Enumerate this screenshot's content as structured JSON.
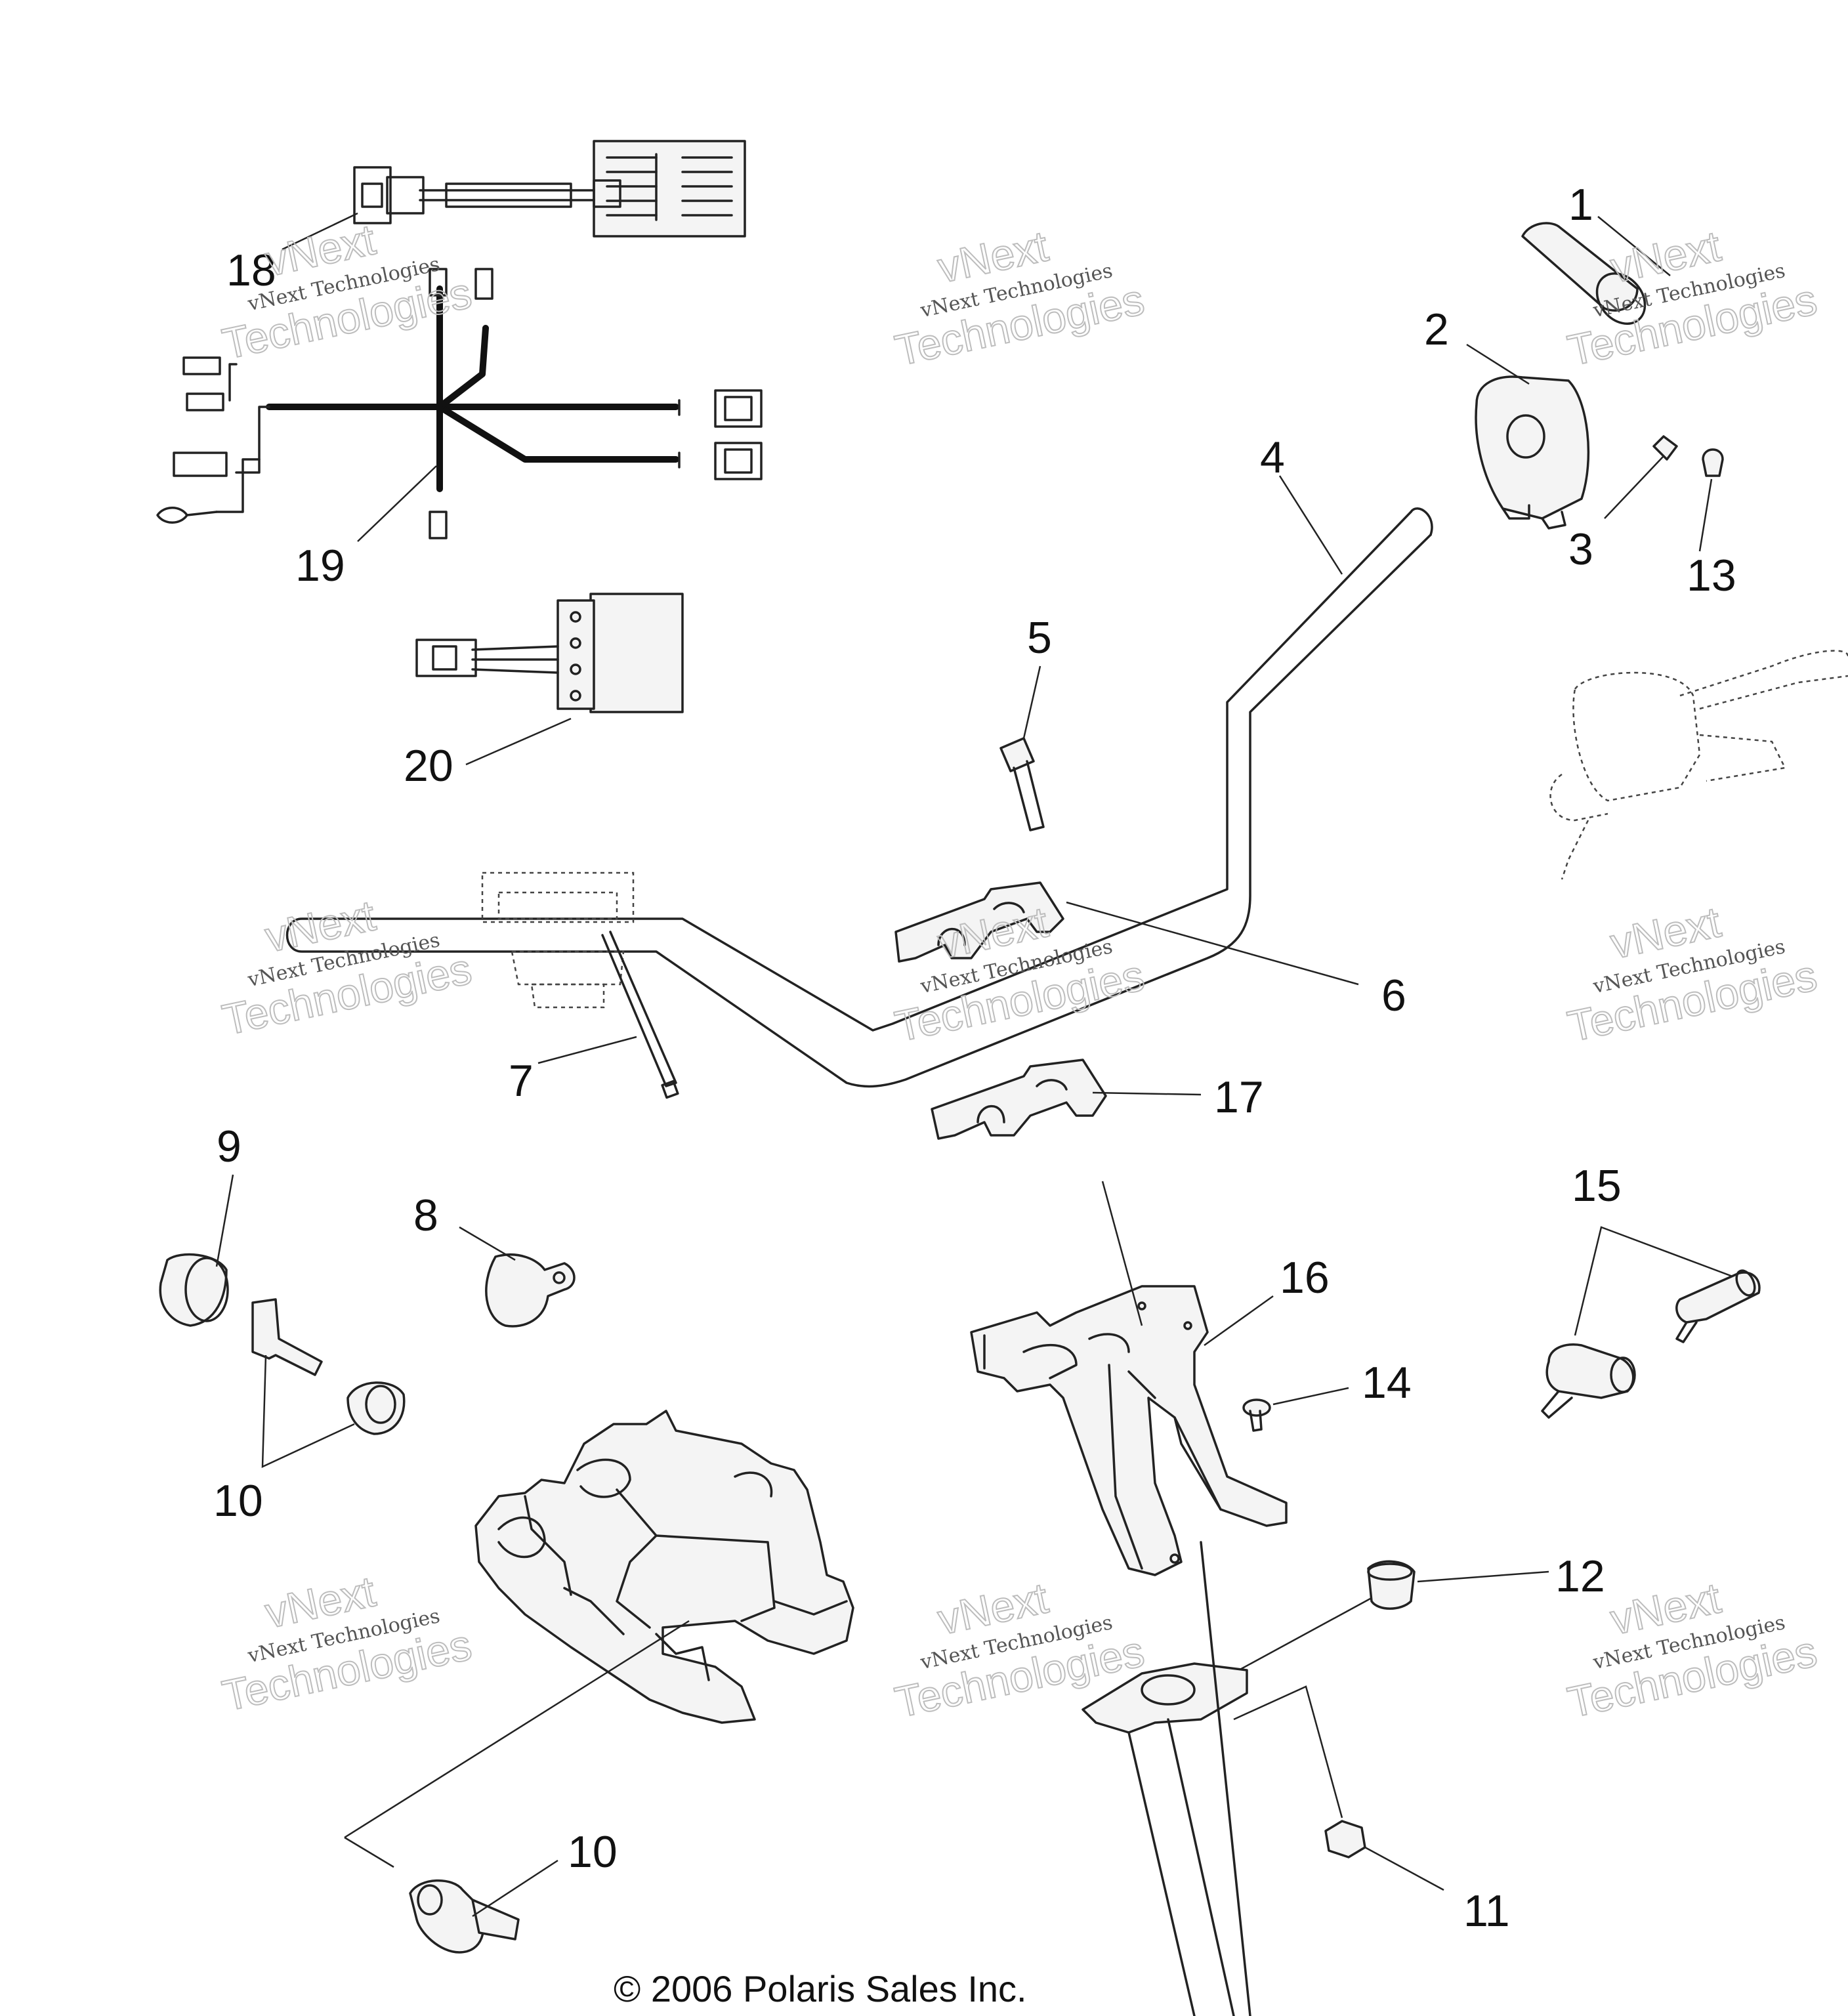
{
  "callouts": {
    "c1": "1",
    "c2": "2",
    "c3": "3",
    "c4": "4",
    "c5": "5",
    "c6": "6",
    "c7": "7",
    "c8": "8",
    "c9": "9",
    "c10a": "10",
    "c10b": "10",
    "c11": "11",
    "c12": "12",
    "c13": "13",
    "c14": "14",
    "c15": "15",
    "c16": "16",
    "c17": "17",
    "c18": "18",
    "c19": "19",
    "c20": "20"
  },
  "watermark": {
    "line1": "vNext",
    "line2": "vNext Technologies",
    "line3": "Technologies"
  },
  "copyright": "© 2006 Polaris Sales Inc."
}
